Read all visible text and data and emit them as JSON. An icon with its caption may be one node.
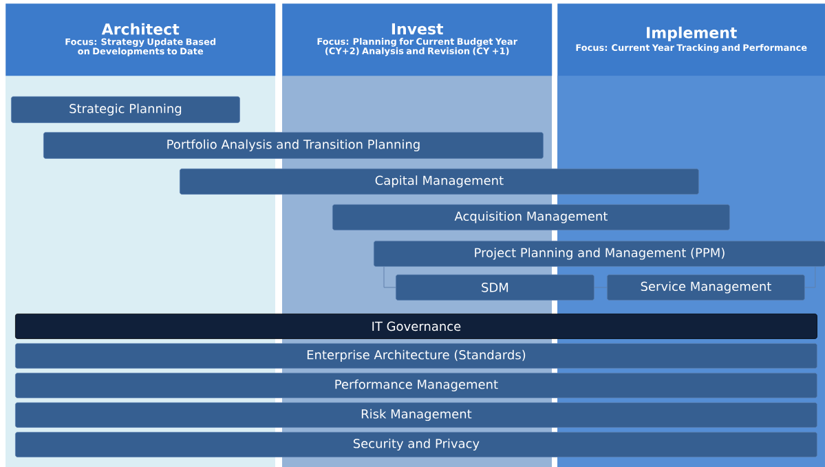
{
  "diagram": {
    "nodes": [
      {
        "text": [
          "Architect",
          "Focus:  Strategy Update Based on Developments to Date"
        ]
      },
      {
        "text": [
          "Invest",
          "Focus: Planning for Current Budget Year (CY+2) Analysis and Revision (CY +1)"
        ]
      },
      {
        "text": [
          "Implement",
          "Focus: Current Year Tracking and Performance"
        ]
      },
      {
        "text": [
          "Strategic Planning"
        ]
      },
      {
        "text": [
          "Portfolio Analysis and Transition Planning"
        ]
      },
      {
        "text": [
          "Capital Management"
        ]
      },
      {
        "text": [
          "Acquisition Management"
        ]
      },
      {
        "text": [
          "Project Planning and Management (PPM)"
        ]
      },
      {
        "text": [
          "SDM"
        ]
      },
      {
        "text": [
          "Service Management"
        ]
      },
      {
        "text": [
          "IT Governance"
        ]
      },
      {
        "text": [
          "Enterprise Architecture (Standards)"
        ]
      },
      {
        "text": [
          "Performance Management"
        ]
      },
      {
        "text": [
          "Risk Management"
        ]
      },
      {
        "text": [
          "Security and Privacy"
        ]
      }
    ],
    "edges": [
      {
        "from": 7,
        "to": 8,
        "arrow": "none"
      },
      {
        "from": 7,
        "to": 9,
        "arrow": "none"
      },
      {
        "from": 8,
        "to": 9,
        "arrow": "none"
      }
    ]
  }
}
